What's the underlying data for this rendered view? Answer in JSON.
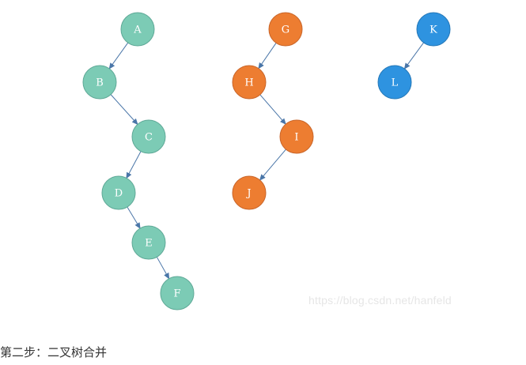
{
  "caption": "第二步：二叉树合并",
  "watermark": "https://blog.csdn.net/hanfeld",
  "colors": {
    "teal_fill": "#7ccbb5",
    "teal_stroke": "#5fa997",
    "orange_fill": "#ed7d31",
    "orange_stroke": "#c9662a",
    "blue_fill": "#2e93e0",
    "blue_stroke": "#2578b8",
    "edge": "#4a76a8"
  },
  "trees": [
    {
      "color": "teal",
      "nodes": [
        {
          "id": "A",
          "label": "A"
        },
        {
          "id": "B",
          "label": "B"
        },
        {
          "id": "C",
          "label": "C"
        },
        {
          "id": "D",
          "label": "D"
        },
        {
          "id": "E",
          "label": "E"
        },
        {
          "id": "F",
          "label": "F"
        }
      ],
      "edges": [
        [
          "A",
          "B"
        ],
        [
          "B",
          "C"
        ],
        [
          "C",
          "D"
        ],
        [
          "D",
          "E"
        ],
        [
          "E",
          "F"
        ]
      ]
    },
    {
      "color": "orange",
      "nodes": [
        {
          "id": "G",
          "label": "G"
        },
        {
          "id": "H",
          "label": "H"
        },
        {
          "id": "I",
          "label": "I"
        },
        {
          "id": "J",
          "label": "J"
        }
      ],
      "edges": [
        [
          "G",
          "H"
        ],
        [
          "H",
          "I"
        ],
        [
          "I",
          "J"
        ]
      ]
    },
    {
      "color": "blue",
      "nodes": [
        {
          "id": "K",
          "label": "K"
        },
        {
          "id": "L",
          "label": "L"
        }
      ],
      "edges": [
        [
          "K",
          "L"
        ]
      ]
    }
  ]
}
